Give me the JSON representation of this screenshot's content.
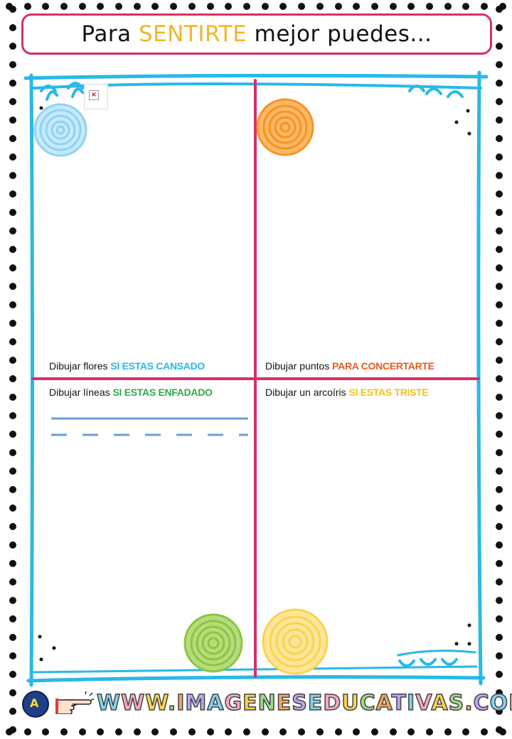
{
  "title": {
    "before": "Para ",
    "accent": "SENTIRTE",
    "after": " mejor puedes..."
  },
  "quadrants": [
    {
      "prefix": "Dibujar flores ",
      "highlight": "SI ESTAS CANSADO"
    },
    {
      "prefix": "Dibujar puntos ",
      "highlight": "PARA CONCERTARTE"
    },
    {
      "prefix": "Dibujar líneas ",
      "highlight": "SI ESTAS ENFADADO"
    },
    {
      "prefix": "Dibujar un arcoíris ",
      "highlight": "SI ESTAS TRISTE"
    }
  ],
  "footer": {
    "url": "WWW.IMAGENESEDUCATIVAS.COM",
    "logo_text": "A"
  },
  "colors": {
    "frame": "#29b8e8",
    "divider": "#d6306b",
    "title_accent": "#f0b52a",
    "scribble_blue": "#8fd3f4",
    "scribble_orange": "#f7941d",
    "scribble_green": "#8cc63f",
    "scribble_yellow": "#fcd34d",
    "line_color": "#6a9fd4"
  },
  "icons": [
    "broken-image-icon",
    "pointing-hand-icon",
    "leaf-branch-icon",
    "logo-icon"
  ]
}
